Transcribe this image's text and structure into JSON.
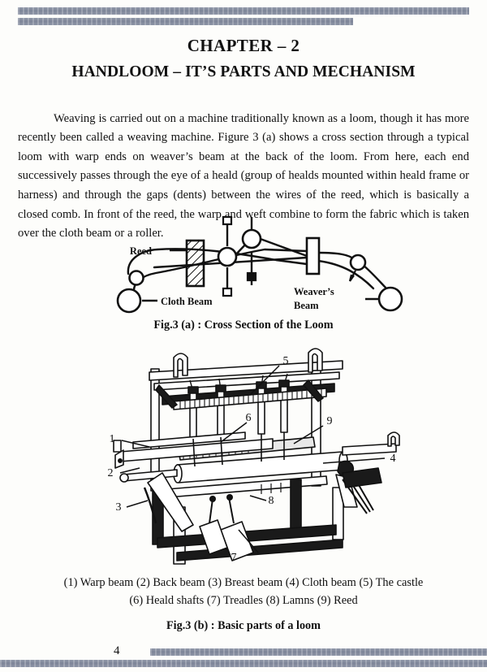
{
  "document": {
    "chapter_title": "CHAPTER – 2",
    "chapter_subtitle": "HANDLOOM – IT’S PARTS AND MECHANISM",
    "body_paragraph": "Weaving is carried out on a machine traditionally known as a loom, though it has more recently been called a weaving machine. Figure 3 (a) shows a cross section through a typical loom with warp ends on weaver’s beam at the back of the loom.  From here, each end successively passes through the eye of a heald (group of healds mounted within heald frame or harness) and through the gaps (dents) between the wires of the reed, which is basically a closed comb.  In front of the reed, the warp and weft combine to form the fabric which is taken over the cloth beam or a roller.",
    "page_number": "4"
  },
  "figure_a": {
    "caption": "Fig.3 (a) : Cross Section of the Loom",
    "labels": {
      "reed": "Reed",
      "cloth_beam": "Cloth Beam",
      "weavers_beam_line1": "Weaver’s",
      "weavers_beam_line2": "Beam"
    }
  },
  "figure_b": {
    "caption": "Fig.3 (b) : Basic parts of a loom",
    "callouts": [
      "1",
      "2",
      "3",
      "4",
      "5",
      "6",
      "7",
      "8",
      "9"
    ],
    "legend_line_1": "(1) Warp beam (2) Back beam (3) Breast beam (4) Cloth beam (5) The castle",
    "legend_line_2": "(6) Heald shafts (7) Treadles (8) Lamns (9) Reed",
    "parts": [
      {
        "number": "1",
        "name": "Warp beam"
      },
      {
        "number": "2",
        "name": "Back beam"
      },
      {
        "number": "3",
        "name": "Breast beam"
      },
      {
        "number": "4",
        "name": "Cloth beam"
      },
      {
        "number": "5",
        "name": "The castle"
      },
      {
        "number": "6",
        "name": "Heald shafts"
      },
      {
        "number": "7",
        "name": "Treadles"
      },
      {
        "number": "8",
        "name": "Lamns"
      },
      {
        "number": "9",
        "name": "Reed"
      }
    ]
  },
  "colors": {
    "paper": "#fdfdfb",
    "ink": "#111111",
    "scan_bar": "#7a8296"
  }
}
